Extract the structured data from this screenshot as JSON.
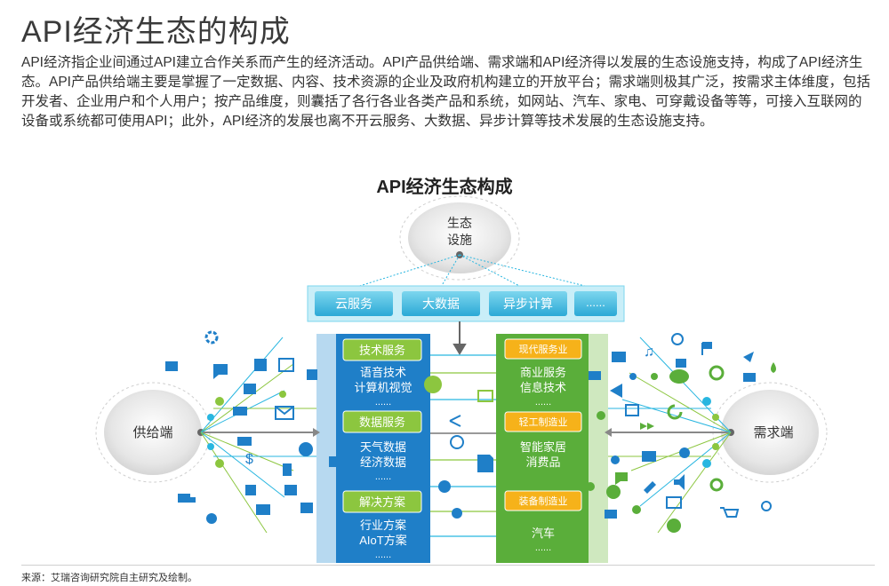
{
  "page": {
    "title": "API经济生态的构成",
    "intro": "API经济指企业间通过API建立合作关系而产生的经济活动。API产品供给端、需求端和API经济得以发展的生态设施支持，构成了API经济生态。API产品供给端主要是掌握了一定数据、内容、技术资源的企业及政府机构建立的开放平台；需求端则极其广泛，按需求主体维度，包括开发者、企业用户和个人用户；按产品维度，则囊括了各行各业各类产品和系统，如网站、汽车、家电、可穿戴设备等等，可接入互联网的设备或系统都可使用API；此外，API经济的发展也离不开云服务、大数据、异步计算等技术发展的生态设施支持。",
    "source": "来源：艾瑞咨询研究院自主研究及绘制。"
  },
  "diagram": {
    "title": "API经济生态构成",
    "infra": {
      "line1": "生态",
      "line2": "设施"
    },
    "supply": "供给端",
    "demand": "需求端",
    "infra_bar": [
      "云服务",
      "大数据",
      "异步计算",
      "......"
    ],
    "left_column": [
      {
        "header": "技术服务",
        "line1": "语音技术",
        "line2": "计算机视觉",
        "more": "......"
      },
      {
        "header": "数据服务",
        "line1": "天气数据",
        "line2": "经济数据",
        "more": "......"
      },
      {
        "header": "解决方案",
        "line1": "行业方案",
        "line2": "AIoT方案",
        "more": "......"
      }
    ],
    "right_column": [
      {
        "header": "现代服务业",
        "line1": "商业服务",
        "line2": "信息技术",
        "more": "......"
      },
      {
        "header": "轻工制造业",
        "line1": "智能家居",
        "line2": "消费品",
        "more": ""
      },
      {
        "header": "装备制造业",
        "line1": "汽车",
        "line2": "",
        "more": "......"
      }
    ],
    "colors": {
      "blue": "#1f7fc8",
      "cyan": "#28b6e0",
      "green": "#5aae3a",
      "lime": "#8cc63f",
      "yellow": "#f6b21a",
      "gray": "#888888"
    }
  }
}
